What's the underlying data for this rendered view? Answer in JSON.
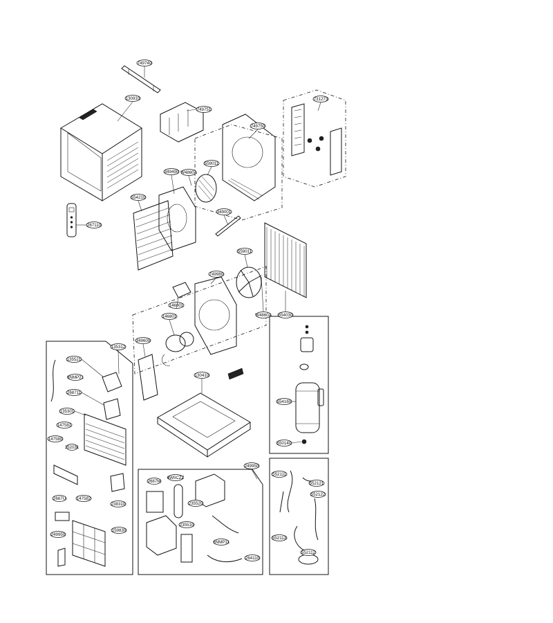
{
  "labels": [
    {
      "id": "lbl-749740",
      "text": "749740"
    },
    {
      "id": "lbl-130910",
      "text": "130910"
    },
    {
      "id": "lbl-749751",
      "text": "749751"
    },
    {
      "id": "lbl-749750",
      "text": "749750"
    },
    {
      "id": "lbl-731273",
      "text": "731273"
    },
    {
      "id": "lbl-349490",
      "text": "349490"
    },
    {
      "id": "lbl-w4860a-upper",
      "text": "W4860A"
    },
    {
      "id": "lbl-559011-upper",
      "text": "559011"
    },
    {
      "id": "lbl-554210",
      "text": "554210"
    },
    {
      "id": "lbl-349001",
      "text": "349001"
    },
    {
      "id": "lbl-267110",
      "text": "267110"
    },
    {
      "id": "lbl-559011-lower",
      "text": "559011"
    },
    {
      "id": "lbl-749980",
      "text": "749980"
    },
    {
      "id": "lbl-146801-top",
      "text": "146801"
    },
    {
      "id": "lbl-146801",
      "text": "146801"
    },
    {
      "id": "lbl-w4860a-lower",
      "text": "W4860A"
    },
    {
      "id": "lbl-554030",
      "text": "554030"
    },
    {
      "id": "lbl-349600",
      "text": "349600"
    },
    {
      "id": "lbl-135312",
      "text": "135312"
    },
    {
      "id": "lbl-135521",
      "text": "135521"
    },
    {
      "id": "lbl-6nmp21",
      "text": "6NMP21"
    },
    {
      "id": "lbl-268711",
      "text": "268711"
    },
    {
      "id": "lbl-135301",
      "text": "135301"
    },
    {
      "id": "lbl-147581",
      "text": "147581"
    },
    {
      "id": "lbl-147580",
      "text": "147580"
    },
    {
      "id": "lbl-352031",
      "text": "352031"
    },
    {
      "id": "lbl-130410",
      "text": "130410"
    },
    {
      "id": "lbl-554160",
      "text": "554160"
    },
    {
      "id": "lbl-550140",
      "text": "550140"
    },
    {
      "id": "lbl-249950-top",
      "text": "249950"
    },
    {
      "id": "lbl-2687m",
      "text": "2687M"
    },
    {
      "id": "lbl-6w0cz",
      "text": "6W0CZZ"
    },
    {
      "id": "lbl-235520",
      "text": "235520"
    },
    {
      "id": "lbl-235510",
      "text": "235510"
    },
    {
      "id": "lbl-6nmp11",
      "text": "6NMP11"
    },
    {
      "id": "lbl-264110",
      "text": "264110"
    },
    {
      "id": "lbl-552111",
      "text": "552111"
    },
    {
      "id": "lbl-552121",
      "text": "552121"
    },
    {
      "id": "lbl-552122",
      "text": "552122"
    },
    {
      "id": "lbl-552113",
      "text": "552113"
    },
    {
      "id": "lbl-552112",
      "text": "552112"
    },
    {
      "id": "lbl-2687u",
      "text": "2687U"
    },
    {
      "id": "lbl-147582",
      "text": "147582"
    },
    {
      "id": "lbl-238310",
      "text": "238310"
    },
    {
      "id": "lbl-249950-left",
      "text": "249950"
    },
    {
      "id": "lbl-159830",
      "text": "159830"
    }
  ]
}
